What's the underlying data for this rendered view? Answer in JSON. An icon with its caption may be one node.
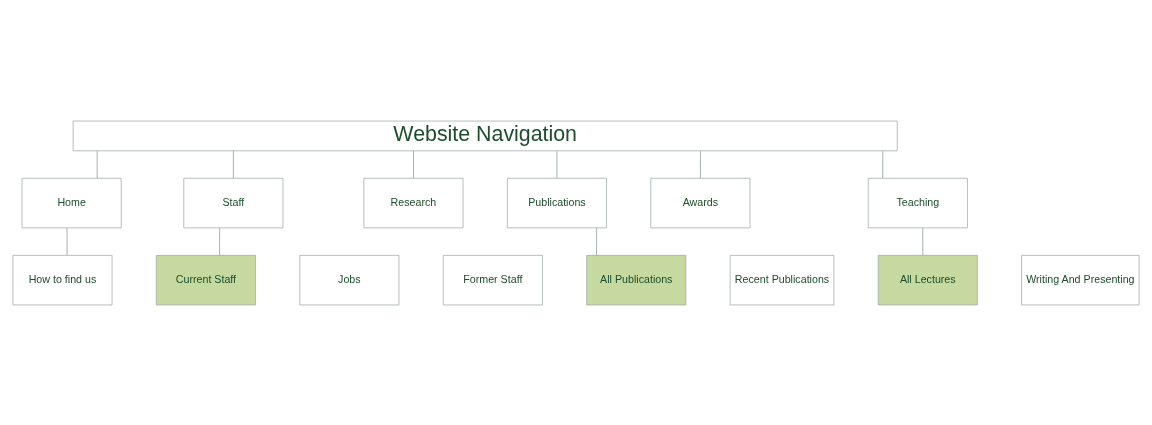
{
  "diagram": {
    "nodes": [
      {
        "text": [
          "Website Navigation"
        ]
      },
      {
        "text": [
          "Home"
        ]
      },
      {
        "text": [
          "Staff"
        ]
      },
      {
        "text": [
          "Research"
        ]
      },
      {
        "text": [
          "Publications"
        ]
      },
      {
        "text": [
          "Awards"
        ]
      },
      {
        "text": [
          "Teaching"
        ]
      },
      {
        "text": [
          "How to find us"
        ]
      },
      {
        "text": [
          "Current Staff"
        ]
      },
      {
        "text": [
          "Jobs"
        ]
      },
      {
        "text": [
          "Former Staff"
        ]
      },
      {
        "text": [
          "All Publications"
        ]
      },
      {
        "text": [
          "Recent Publications"
        ]
      },
      {
        "text": [
          "All Lectures"
        ]
      },
      {
        "text": [
          "Writing And Presenting"
        ]
      }
    ],
    "edges": [
      {
        "from": 0,
        "to": 1,
        "arrow": "none"
      },
      {
        "from": 0,
        "to": 2,
        "arrow": "none"
      },
      {
        "from": 0,
        "to": 3,
        "arrow": "none"
      },
      {
        "from": 0,
        "to": 4,
        "arrow": "none"
      },
      {
        "from": 0,
        "to": 5,
        "arrow": "none"
      },
      {
        "from": 0,
        "to": 6,
        "arrow": "none"
      },
      {
        "from": 1,
        "to": 7,
        "arrow": "none"
      },
      {
        "from": 2,
        "to": 8,
        "arrow": "none"
      },
      {
        "from": 4,
        "to": 11,
        "arrow": "none"
      },
      {
        "from": 6,
        "to": 13,
        "arrow": "none"
      }
    ]
  }
}
